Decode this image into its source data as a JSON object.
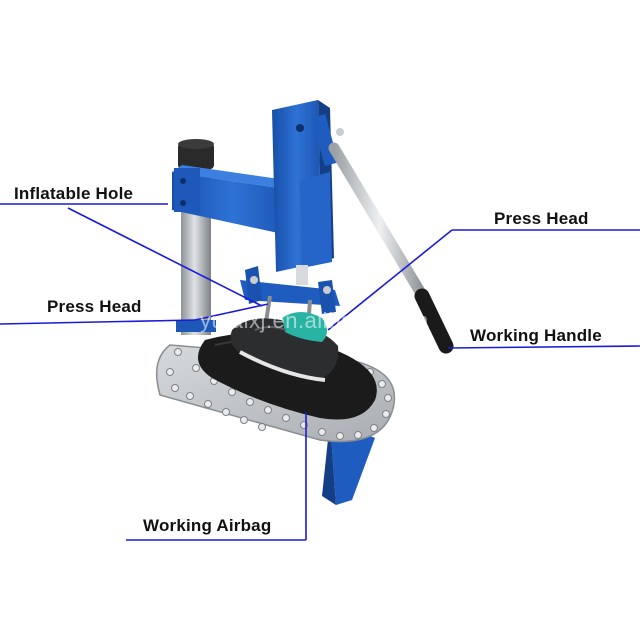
{
  "labels": {
    "inflatable_hole": "Inflatable Hole",
    "press_head_left": "Press Head",
    "press_head_right": "Press Head",
    "working_handle": "Working Handle",
    "working_airbag": "Working Airbag"
  },
  "watermark": "yutaixj.en.alibaba.com",
  "colors": {
    "frame_blue": "#1f5fc4",
    "pointer_line": "#1a1ad8",
    "steel": "#b8bcc0",
    "airbag": "#1b1b1b",
    "background": "#ffffff"
  }
}
